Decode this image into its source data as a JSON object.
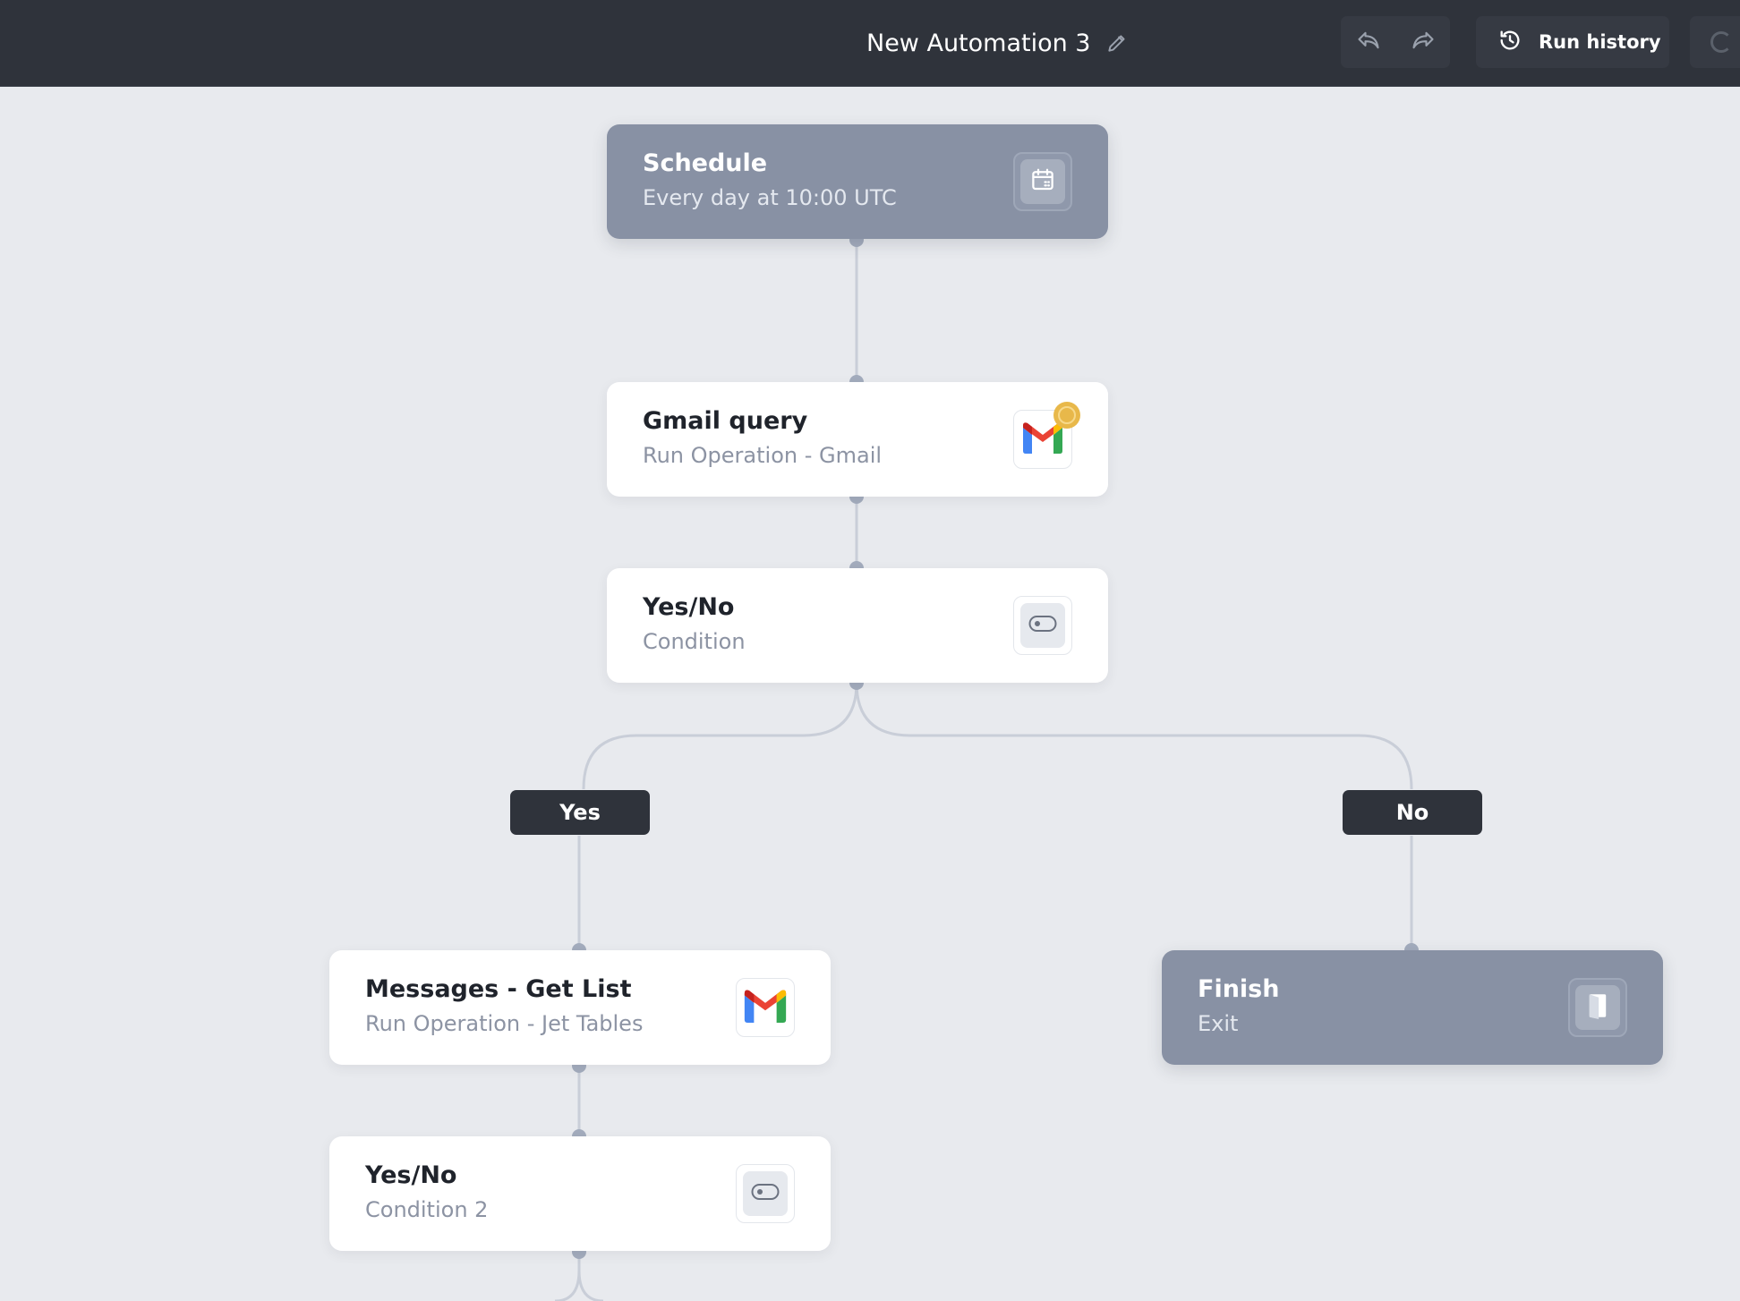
{
  "header": {
    "title": "New Automation 3",
    "run_history_label": "Run history"
  },
  "icons": {
    "edit": "pencil-icon",
    "undo": "undo-arrow-icon",
    "redo": "redo-arrow-icon",
    "history": "history-clock-icon",
    "loading": "loading-spinner-icon"
  },
  "nodes": [
    {
      "id": "schedule",
      "title": "Schedule",
      "subtitle": "Every day at 10:00 UTC",
      "icon": "calendar-icon",
      "style": "dark"
    },
    {
      "id": "gmail-query",
      "title": "Gmail query",
      "subtitle": "Run Operation - Gmail",
      "icon": "gmail-icon",
      "style": "light",
      "status": "running"
    },
    {
      "id": "yes-no-1",
      "title": "Yes/No",
      "subtitle": "Condition",
      "icon": "toggle-icon",
      "style": "light"
    },
    {
      "id": "messages-get-list",
      "title": "Messages - Get List",
      "subtitle": "Run Operation - Jet Tables",
      "icon": "gmail-icon",
      "style": "light"
    },
    {
      "id": "finish",
      "title": "Finish",
      "subtitle": "Exit",
      "icon": "exit-door-icon",
      "style": "dark"
    },
    {
      "id": "yes-no-2",
      "title": "Yes/No",
      "subtitle": "Condition 2",
      "icon": "toggle-icon",
      "style": "light"
    }
  ],
  "branches": {
    "yes": "Yes",
    "no": "No"
  },
  "colors": {
    "topbar": "#2f333b",
    "canvas": "#e8eaee",
    "dark_node": "#8891a4",
    "edge": "#c9ced8",
    "dot": "#a3acbd",
    "status_badge": "#e8b84a"
  }
}
